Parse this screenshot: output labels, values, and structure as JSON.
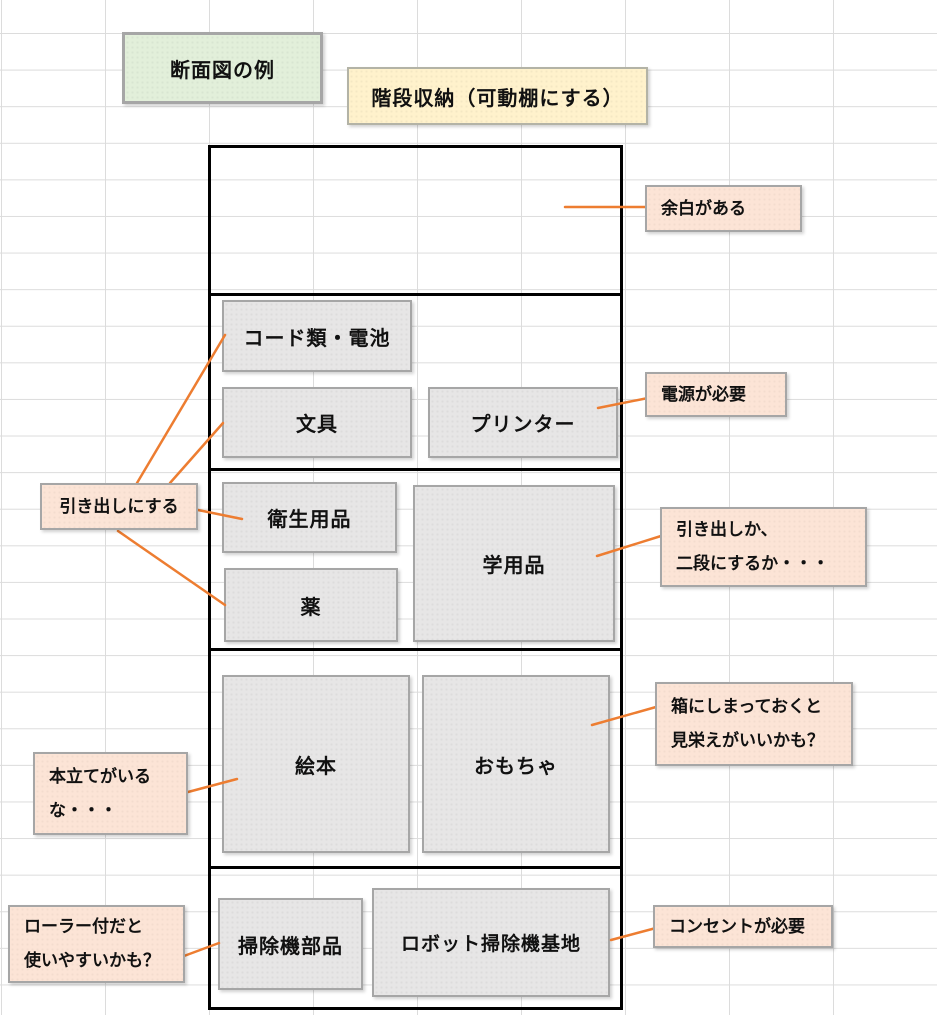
{
  "titles": {
    "section": "断面図の例",
    "main": "階段収納（可動棚にする）"
  },
  "shelf": {
    "items": [
      {
        "label": "コード類・電池"
      },
      {
        "label": "文具"
      },
      {
        "label": "プリンター"
      },
      {
        "label": "衛生用品"
      },
      {
        "label": "学用品"
      },
      {
        "label": "薬"
      },
      {
        "label": "絵本"
      },
      {
        "label": "おもちゃ"
      },
      {
        "label": "掃除機部品"
      },
      {
        "label": "ロボット掃除機基地"
      }
    ]
  },
  "annotations": [
    {
      "text": "余白がある"
    },
    {
      "text": "電源が必要"
    },
    {
      "text": "引き出しにする"
    },
    {
      "text": "引き出しか、\n二段にするか・・・"
    },
    {
      "text": "箱にしまっておくと\n見栄えがいいかも？"
    },
    {
      "text": "本立てがいる\nな・・・"
    },
    {
      "text": "ローラー付だと\n使いやすいかも？"
    },
    {
      "text": "コンセントが必要"
    }
  ],
  "colors": {
    "connector": "#ED7D31",
    "grid_line": "#dcdcdc",
    "item_fill": "#e7e6e6",
    "item_border": "#a6a6a6",
    "note_fill": "#fce4d6",
    "note_border": "#a6a6a6",
    "section_title_fill": "#e2efda",
    "main_title_fill": "#fff2cc",
    "structure_line": "#000000"
  }
}
